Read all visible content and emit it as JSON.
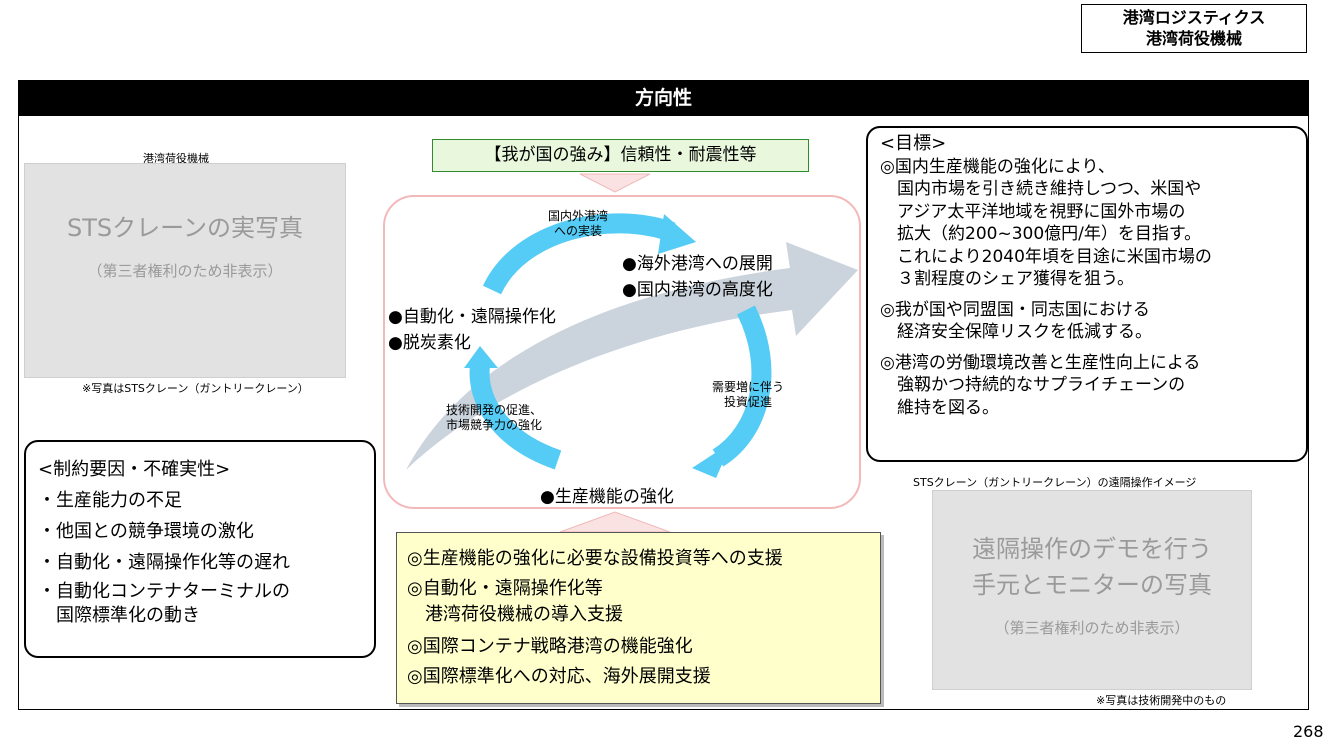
{
  "header": {
    "tag_line1": "港湾ロジスティクス",
    "tag_line2": "港湾荷役機械"
  },
  "title": "方向性",
  "left_photo": {
    "caption": "港湾荷役機械",
    "placeholder_main": "STSクレーンの実写真",
    "placeholder_sub": "（第三者権利のため非表示）",
    "note": "※写真はSTSクレーン（ガントリークレーン）"
  },
  "constraints": {
    "heading": "<制約要因・不確実性>",
    "items": [
      "・生産能力の不足",
      "・他国との競争環境の激化",
      "・自動化・遠隔操作化等の遅れ",
      "・自動化コンテナターミナルの",
      "　国際標準化の動き"
    ]
  },
  "strength": "【我が国の強み】信頼性・耐震性等",
  "cycle": {
    "top_arrow_label": [
      "国内外港湾",
      "への実装"
    ],
    "right_arrow_label": [
      "需要増に伴う",
      "投資促進"
    ],
    "left_arrow_label": [
      "技術開発の促進、",
      "市場競争力の強化"
    ],
    "node_top": [
      "●海外港湾への展開",
      "●国内港湾の高度化"
    ],
    "node_left": [
      "●自動化・遠隔操作化",
      "●脱炭素化"
    ],
    "node_bottom": "●生産機能の強化"
  },
  "measures": [
    "◎生産機能の強化に必要な設備投資等への支援",
    "◎自動化・遠隔操作化等",
    "　港湾荷役機械の導入支援",
    "◎国際コンテナ戦略港湾の機能強化",
    "◎国際標準化への対応、海外展開支援"
  ],
  "goals": {
    "heading": "<目標>",
    "lines": [
      "◎国内生産機能の強化により、",
      "　国内市場を引き続き維持しつつ、米国や",
      "　アジア太平洋地域を視野に国外市場の",
      "　拡大（約200~300億円/年）を目指す。",
      "　これにより2040年頃を目途に米国市場の",
      "　３割程度のシェア獲得を狙う。",
      "◎我が国や同盟国・同志国における",
      "　経済安全保障リスクを低減する。",
      "◎港湾の労働環境改善と生産性向上による",
      "　強靱かつ持続的なサプライチェーンの",
      "　維持を図る。"
    ]
  },
  "right_photo": {
    "caption": "STSクレーン（ガントリークレーン）の遠隔操作イメージ",
    "placeholder_main_line1": "遠隔操作のデモを行う",
    "placeholder_main_line2": "手元とモニターの写真",
    "placeholder_sub": "（第三者権利のため非表示）",
    "note": "※写真は技術開発中のもの"
  },
  "page_number": "268",
  "colors": {
    "cycle_arrow": "#55ccf5",
    "growth_arrow": "#cbd3dc",
    "cycle_frame": "#f3b8b8",
    "strength_bg": "#e9f7dc",
    "measures_bg": "#ffffcc"
  }
}
